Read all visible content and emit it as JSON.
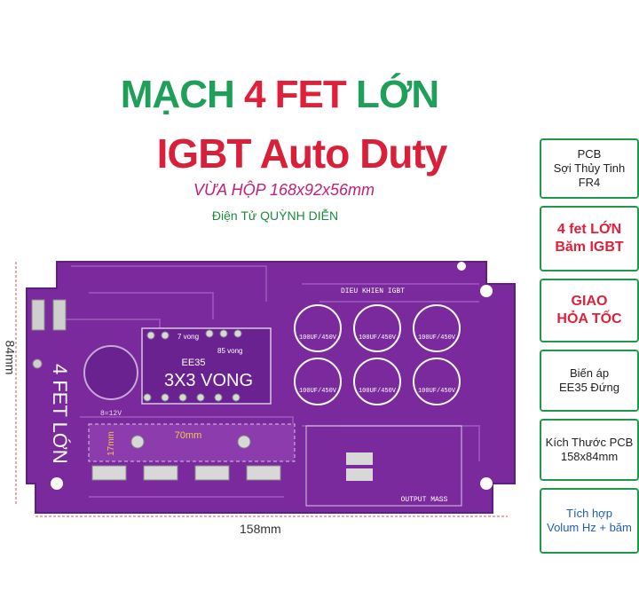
{
  "title": {
    "line1_green": "MẠCH ",
    "line1_red": "4 FET ",
    "line1_green2": "LỚN",
    "line2": "IGBT Auto Duty",
    "line3": "VỪA HỘP 168x92x56mm",
    "line4": "Điện Tử QUỲNH DIỄN"
  },
  "sidebar": [
    {
      "line1": "PCB",
      "line2": "Sợi Thủy Tinh FR4"
    },
    {
      "line1": "4 fet LỚN",
      "line2": "Băm IGBT"
    },
    {
      "line1": "GIAO",
      "line2": "HỎA TỐC"
    },
    {
      "line1": "Biến áp",
      "line2": "EE35 Đứng"
    },
    {
      "line1": "Kích Thước PCB",
      "line2": "158x84mm"
    },
    {
      "line1": "Tích hợp",
      "line2": "Volum Hz + băm"
    }
  ],
  "dimensions": {
    "height": "84mm",
    "width": "158mm",
    "bar": "70mm",
    "bar_h": "17mm"
  },
  "board": {
    "side_text": "4 FET LỚN",
    "transformer_label": "EE35",
    "transformer_text": "3X3 VONG",
    "caps": [
      "100UF/450V",
      "100UF/450V",
      "100UF/450V",
      "100UF/450V",
      "100UF/450V",
      "100UF/450V"
    ],
    "header_label": "DIEU KHIEN IGBT",
    "output_label": "OUTPUT MASS",
    "vong_7": "7 vong",
    "vong_85": "85 vong"
  },
  "colors": {
    "pcb": "#7a2a9c",
    "pcb_dark": "#5e1f7e",
    "trace": "#9a52bb",
    "green": "#1fa05a",
    "red": "#e0203a"
  }
}
